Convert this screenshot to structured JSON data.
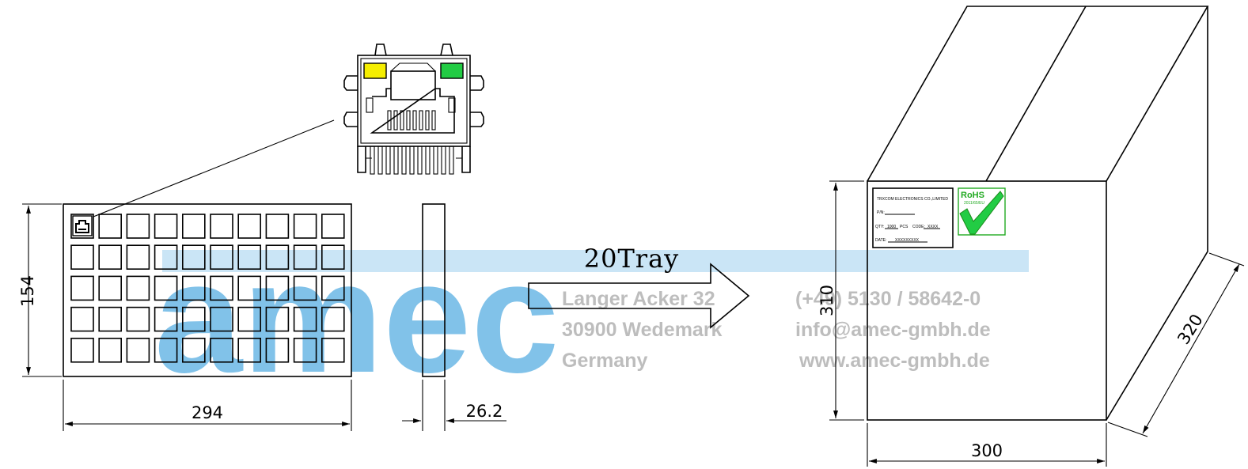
{
  "dimensions": {
    "tray_width": "294",
    "tray_height": "154",
    "tray_thickness": "26.2",
    "box_height": "310",
    "box_width": "300",
    "box_depth": "320"
  },
  "arrow_label": "20Tray",
  "watermark": {
    "logo": "amec",
    "address_line1": "Langer Acker 32",
    "address_line2": "30900 Wedemark",
    "address_line3": "Germany",
    "phone": "(+49) 5130 / 58642-0",
    "email": "info@amec-gmbh.de",
    "web": "www.amec-gmbh.de"
  },
  "box_label": {
    "company": "TRXCOM ELECTRONICS CO.,LIMITED",
    "pn_label": "P/N:",
    "qty_label": "QTY:",
    "qty_value": "1000",
    "qty_unit": "PCS",
    "code_label": "CODE:",
    "code_value": "XXXX",
    "date_label": "DATE:",
    "date_value": "XXXXXXXXX"
  },
  "rohs": {
    "title": "RoHS",
    "subtitle": "2011/65/EU"
  },
  "colors": {
    "led_yellow": "#f5ee00",
    "led_green": "#22cc44",
    "rohs_green": "#22aa22",
    "watermark_blue": "#6cb8e6",
    "watermark_gray": "#bdbdbd"
  }
}
